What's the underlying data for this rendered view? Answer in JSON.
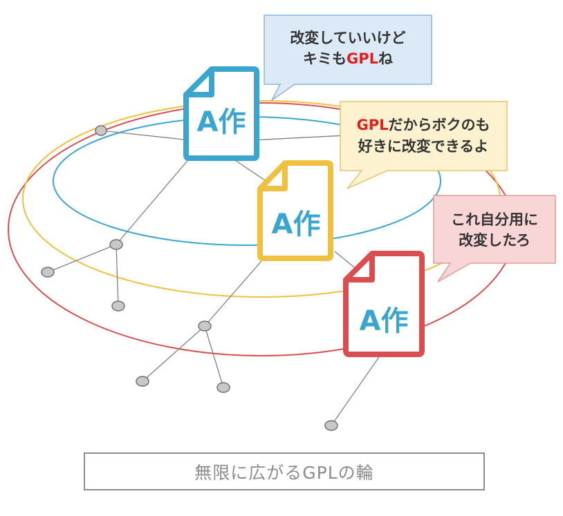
{
  "documents": [
    {
      "label": "A作",
      "color": "#3aa6cf"
    },
    {
      "label": "A作",
      "color": "#f0c040"
    },
    {
      "label": "A作",
      "color": "#d94f4f"
    }
  ],
  "bubbles": {
    "blue": {
      "line1": "改変していいけど",
      "line2_pre": "キミも",
      "line2_gpl": "GPL",
      "line2_post": "ね",
      "fill": "#dce9f6",
      "stroke": "#8eb4d8"
    },
    "yellow": {
      "line1_gpl": "GPL",
      "line1_post": "だからボクのも",
      "line2": "好きに改変できるよ",
      "fill": "#fdf2cf",
      "stroke": "#e4c66a"
    },
    "pink": {
      "line1": "これ自分用に",
      "line2": "改変したろ",
      "fill": "#f9d6d6",
      "stroke": "#e29a9a"
    }
  },
  "rings": {
    "outer": "#d94f4f",
    "middle": "#f0c040",
    "inner": "#3aa6cf"
  },
  "network": {
    "line": "#7f7f7f",
    "node_fill": "#c8c8c8",
    "node_stroke": "#6f6f6f"
  },
  "caption": "無限に広がるGPLの輪"
}
